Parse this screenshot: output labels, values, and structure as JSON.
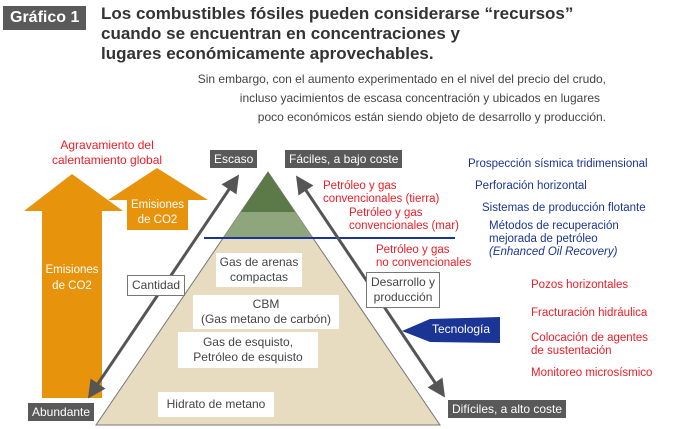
{
  "header": {
    "badge": "Gráfico 1",
    "title": [
      "Los combustibles fósiles pueden considerarse “recursos”",
      "cuando se encuentran en concentraciones y",
      "lugares económicamente aprovechables."
    ],
    "subtitle": [
      "Sin embargo, con el aumento experimentado en el nivel del precio del crudo,",
      "incluso yacimientos de escasa concentración y ubicados en lugares",
      "poco económicos están siendo objeto de desarrollo y producción."
    ]
  },
  "left": {
    "warming": [
      "Agravamiento del",
      "calentamiento global"
    ],
    "big_arrow": [
      "Emisiones",
      "de CO2"
    ],
    "small_arrow": [
      "Emisiones",
      "de CO2"
    ]
  },
  "axis": {
    "scarce": "Escaso",
    "easy": "Fáciles, a bajo coste",
    "abundant": "Abundante",
    "hard": "Difíciles, a alto coste",
    "quantity": "Cantidad",
    "development": [
      "Desarrollo y",
      "producción"
    ],
    "technology": "Tecnología"
  },
  "pyramid": {
    "layers": [
      [
        "Gas de arenas",
        "compactas"
      ],
      [
        "CBM",
        "(Gas metano de carbón)"
      ],
      [
        "Gas de esquisto,",
        "Petróleo de esquisto"
      ],
      [
        "Hidrato de metano"
      ]
    ],
    "conv_land": [
      "Petróleo y gas",
      "convencionales (tierra)"
    ],
    "conv_sea": [
      "Petróleo y gas",
      "convencionales (mar)"
    ],
    "unconv": [
      "Petróleo y gas",
      "no convencionales"
    ]
  },
  "conventional_tech": [
    "Prospección sísmica tridimensional",
    "Perforación horizontal",
    "Sistemas de producción flotante",
    "Métodos de recuperación",
    "mejorada de petróleo",
    "(Enhanced Oil Recovery)"
  ],
  "unconventional_tech": [
    "Pozos horizontales",
    "Fracturación hidráulica",
    "Colocación de agentes",
    "de sustentación",
    "Monitoreo microsísmico"
  ],
  "colors": {
    "orange": "#e8930c",
    "red": "#ee1c25",
    "blue": "#1a3596",
    "dark_green": "#5b7a47",
    "light_green": "#8fa57c",
    "tan": "#e7dcc0"
  }
}
